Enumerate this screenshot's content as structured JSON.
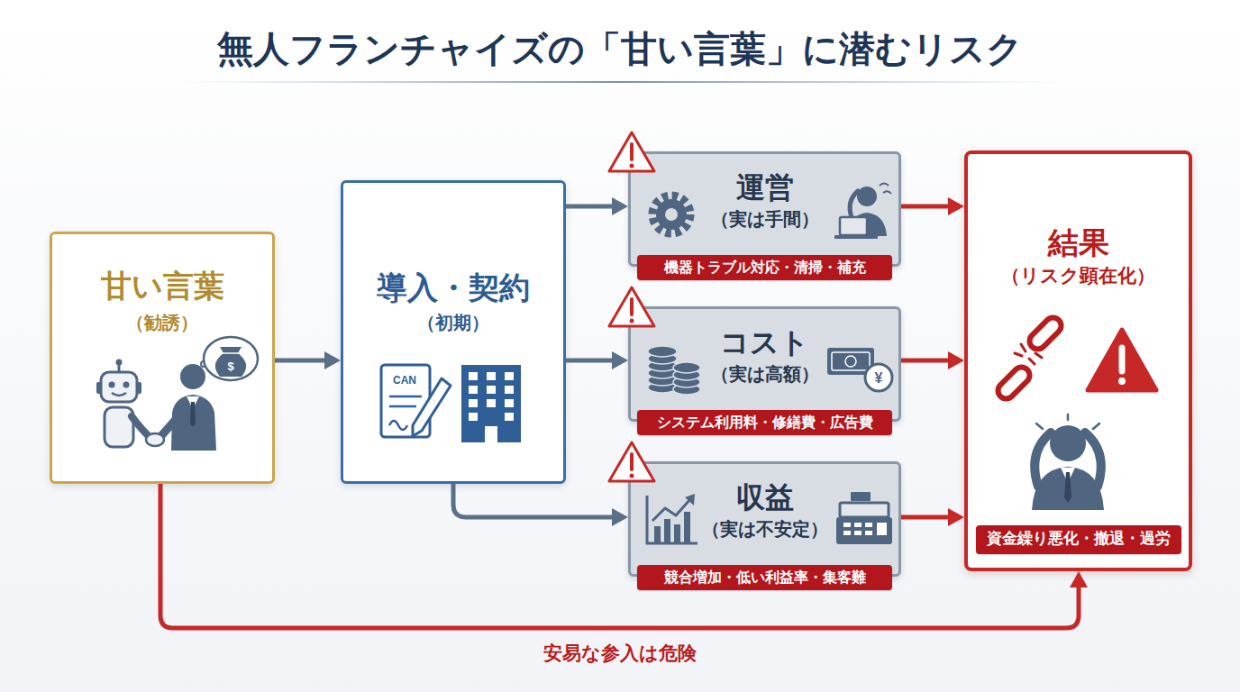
{
  "diagram": {
    "title": "無人フランチャイズの「甘い言葉」に潜むリスク",
    "nodes": [
      {
        "text": [
          "甘い言葉",
          "（勧誘）"
        ]
      },
      {
        "text": [
          "導入・契約",
          "（初期）"
        ]
      },
      {
        "text": [
          "運営",
          "（実は手間）"
        ]
      },
      {
        "text": [
          "機器トラブル対応・清掃・補充"
        ],
        "in": 2
      },
      {
        "text": [
          "コスト",
          "（実は高額）"
        ]
      },
      {
        "text": [
          "システム利用料・修繕費・広告費"
        ],
        "in": 4
      },
      {
        "text": [
          "収益",
          "（実は不安定）"
        ]
      },
      {
        "text": [
          "競合増加・低い利益率・集客難"
        ],
        "in": 6
      },
      {
        "text": [
          "結果",
          "（リスク顕在化）"
        ]
      },
      {
        "text": [
          "資金繰り悪化・撤退・過労"
        ],
        "in": 8
      }
    ],
    "edges": [
      {
        "from": 0,
        "to": 1,
        "arrow": "to"
      },
      {
        "from": 1,
        "to": 2,
        "arrow": "to"
      },
      {
        "from": 1,
        "to": 4,
        "arrow": "to"
      },
      {
        "from": 1,
        "to": 6,
        "arrow": "to"
      },
      {
        "from": 2,
        "to": 8,
        "arrow": "to"
      },
      {
        "from": 4,
        "to": 8,
        "arrow": "to"
      },
      {
        "from": 6,
        "to": 8,
        "arrow": "to"
      },
      {
        "from": 0,
        "to": 8,
        "label": "安易な参入は危険",
        "arrow": "to"
      }
    ],
    "labels": [
      "CAN",
      "$",
      "¥"
    ]
  }
}
